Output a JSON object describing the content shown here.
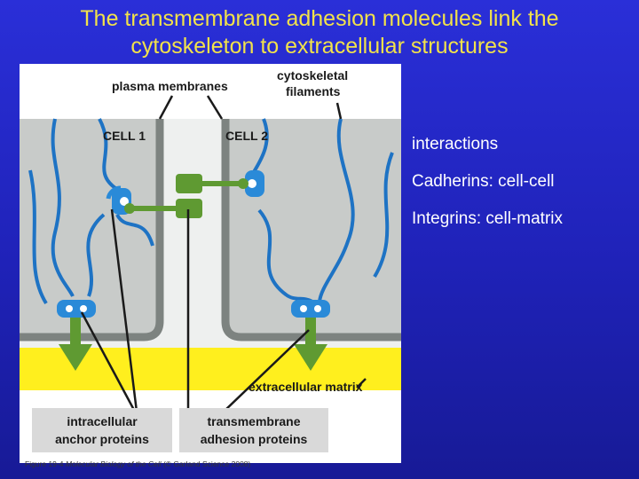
{
  "title": {
    "line1": "The transmembrane adhesion molecules link the",
    "line2": "cytoskeleton to extracellular structures"
  },
  "bullets": [
    "interactions",
    "Cadherins: cell-cell",
    "Integrins: cell-matrix"
  ],
  "figure": {
    "labels": {
      "plasma_membranes": "plasma membranes",
      "cytoskeletal_line1": "cytoskeletal",
      "cytoskeletal_line2": "filaments",
      "cell1": "CELL 1",
      "cell2": "CELL 2",
      "extracellular_matrix": "extracellular matrix",
      "intracellular_line1": "intracellular",
      "intracellular_line2": "anchor proteins",
      "transmembrane_line1": "transmembrane",
      "transmembrane_line2": "adhesion proteins"
    },
    "caption": {
      "prefix": "Figure 19-4",
      "book": "Molecular Biology of the Cell",
      "suffix": "(© Garland Science 2008)"
    },
    "colors": {
      "cell_gray": "#c8cbc9",
      "membrane_gray": "#7d8380",
      "filament_blue": "#1e73c4",
      "anchor_blue": "#2a8ad8",
      "adhesion_green": "#5f9a32",
      "matrix_yellow": "#ffef1e",
      "label_box_gray": "#d9d9d9"
    }
  }
}
